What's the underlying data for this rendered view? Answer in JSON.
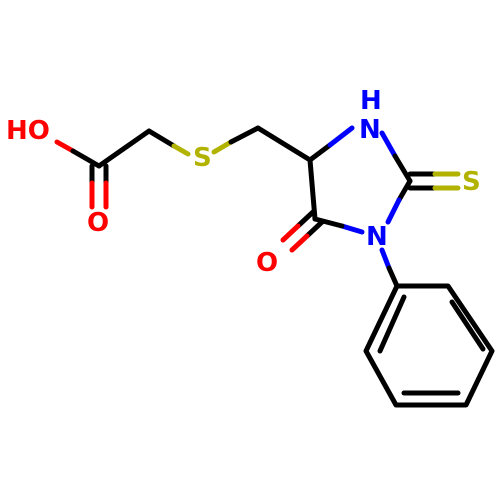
{
  "atoms": {
    "hydroxyl_label": "HO",
    "carbonyl_oxygen_acid": "O",
    "thioether_sulfur": "S",
    "ring_nitrogen_h": "H",
    "ring_nitrogen_top": "N",
    "thione_sulfur": "S",
    "ring_nitrogen_phenyl": "N",
    "ring_carbonyl_oxygen": "O"
  },
  "colors": {
    "carbon_bond": "#000000",
    "oxygen": "#ff0000",
    "sulfur": "#b2b200",
    "nitrogen": "#0000ff"
  }
}
